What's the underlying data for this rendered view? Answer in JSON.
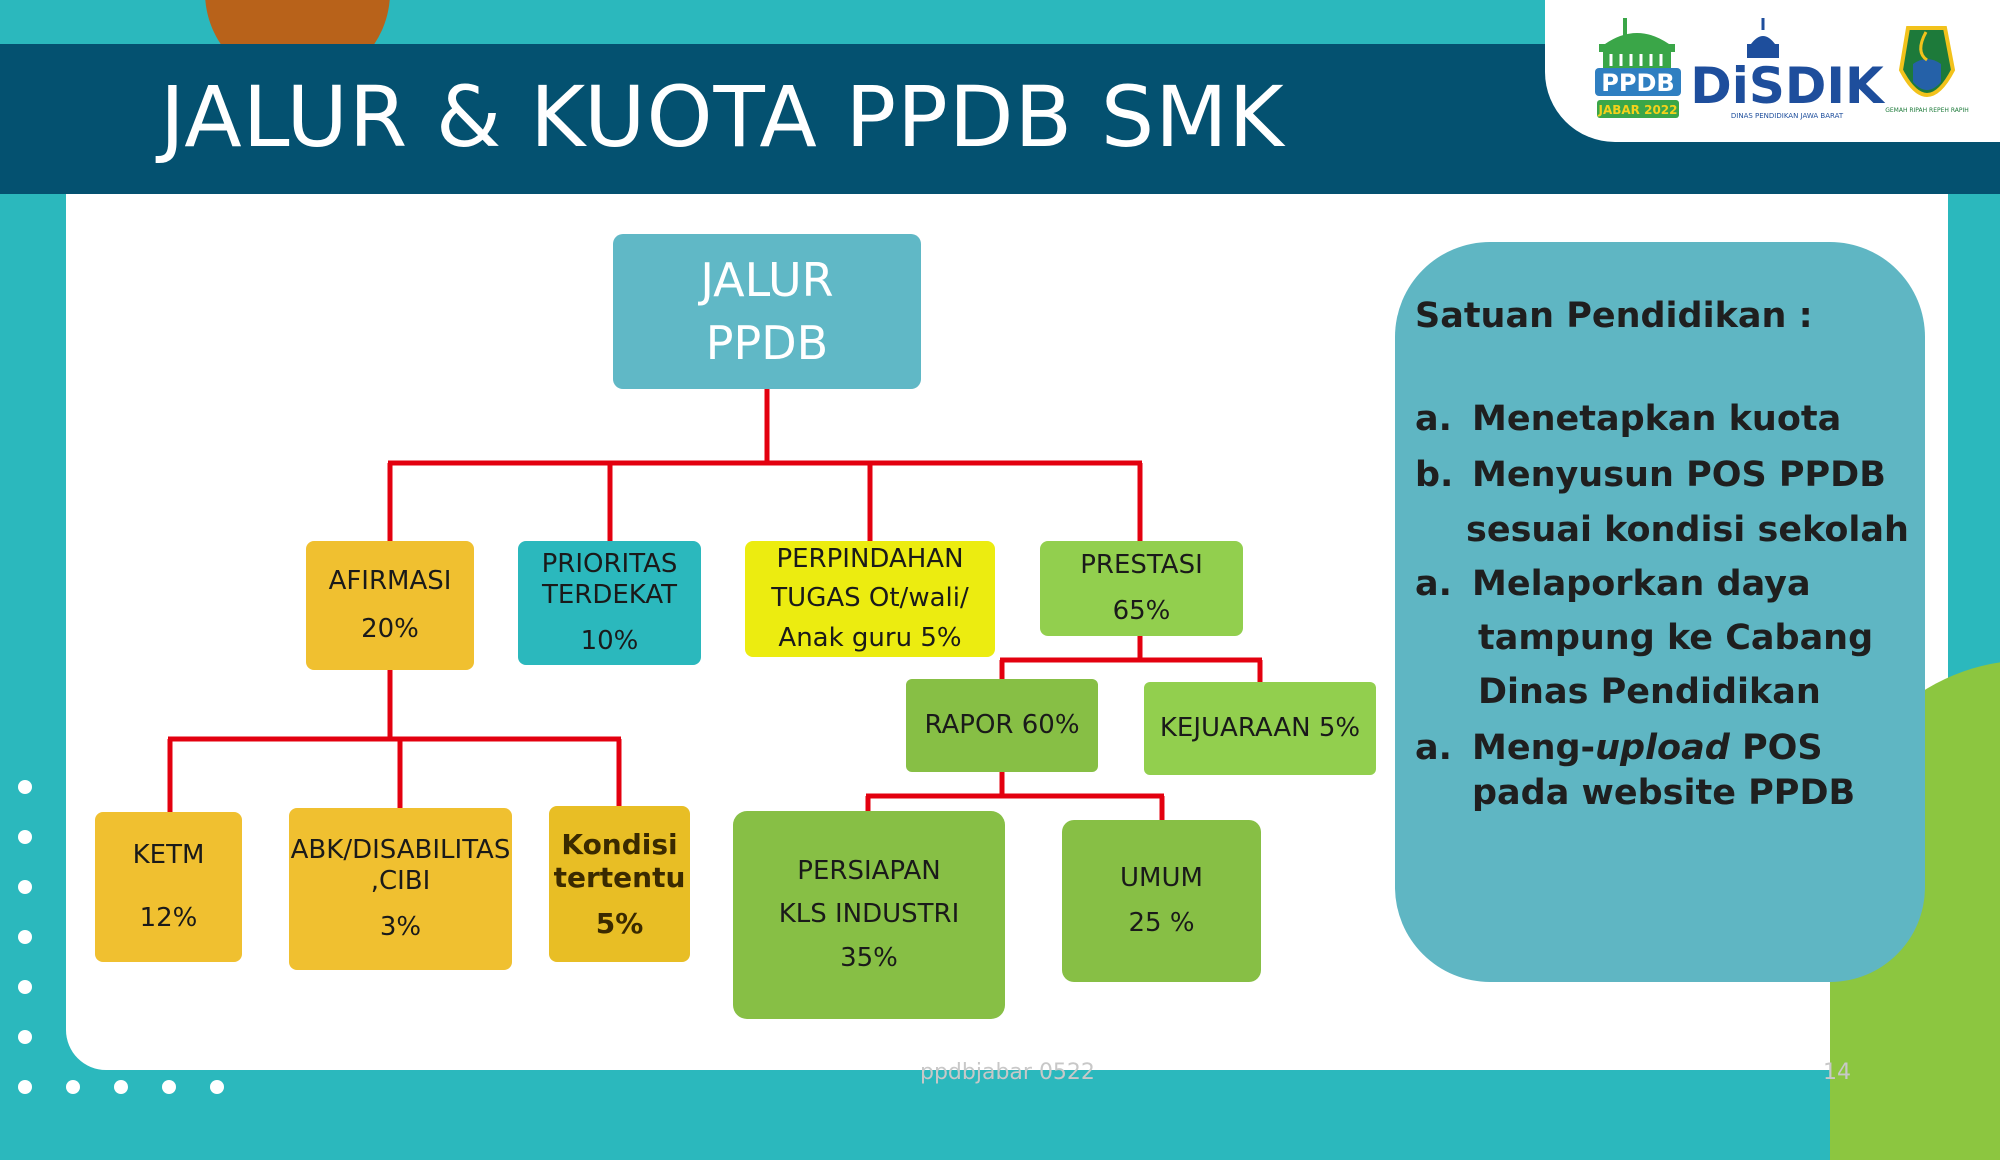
{
  "slide": {
    "title": "JALUR & KUOTA PPDB SMK",
    "footer": "ppdbjabar 0522",
    "page_number": "14"
  },
  "logos": {
    "ppdb": "PPDB",
    "ppdb_year": "JABAR 2022",
    "disdik": "DiSDIK",
    "disdik_subtitle": "DINAS PENDIDIKAN JAWA BARAT",
    "seal": "GEMAH RIPAH REPEH RAPIH"
  },
  "tree": {
    "root": [
      "JALUR",
      "PPDB"
    ],
    "afirmasi": [
      "AFIRMASI",
      "20%"
    ],
    "prioritas": [
      "PRIORITAS",
      "TERDEKAT",
      "10%"
    ],
    "perpindahan": [
      "PERPINDAHAN",
      "TUGAS Ot/wali/",
      "Anak guru 5%"
    ],
    "prestasi": [
      "PRESTASI",
      "65%"
    ],
    "ketm": [
      "KETM",
      "12%"
    ],
    "abk": [
      "ABK/DISABILITAS",
      ",CIBI",
      "3%"
    ],
    "kondisi": [
      "Kondisi",
      "tertentu",
      "5%"
    ],
    "rapor": [
      "RAPOR 60%"
    ],
    "kejuaraan": [
      "KEJUARAAN 5%"
    ],
    "persiapan": [
      "PERSIAPAN",
      "KLS INDUSTRI",
      "35%"
    ],
    "umum": [
      "UMUM",
      "25 %"
    ]
  },
  "panel": {
    "heading": "Satuan Pendidikan :",
    "items": [
      {
        "label": "a.",
        "lines": [
          "Menetapkan kuota"
        ]
      },
      {
        "label": "b.",
        "lines": [
          "Menyusun POS PPDB",
          "sesuai kondisi sekolah"
        ]
      },
      {
        "label": "a.",
        "lines": [
          "Melaporkan daya",
          "tampung ke Cabang",
          "Dinas Pendidikan"
        ]
      },
      {
        "label": "a.",
        "prefix": "Meng-",
        "emph": "upload",
        "suffix": " POS",
        "lines": [
          "pada website PPDB"
        ]
      }
    ]
  },
  "colors": {
    "title_band": "#045170",
    "teal_bg": "#2bb8bd",
    "connector": "#e3000f",
    "panel": "#5fb6c3"
  }
}
